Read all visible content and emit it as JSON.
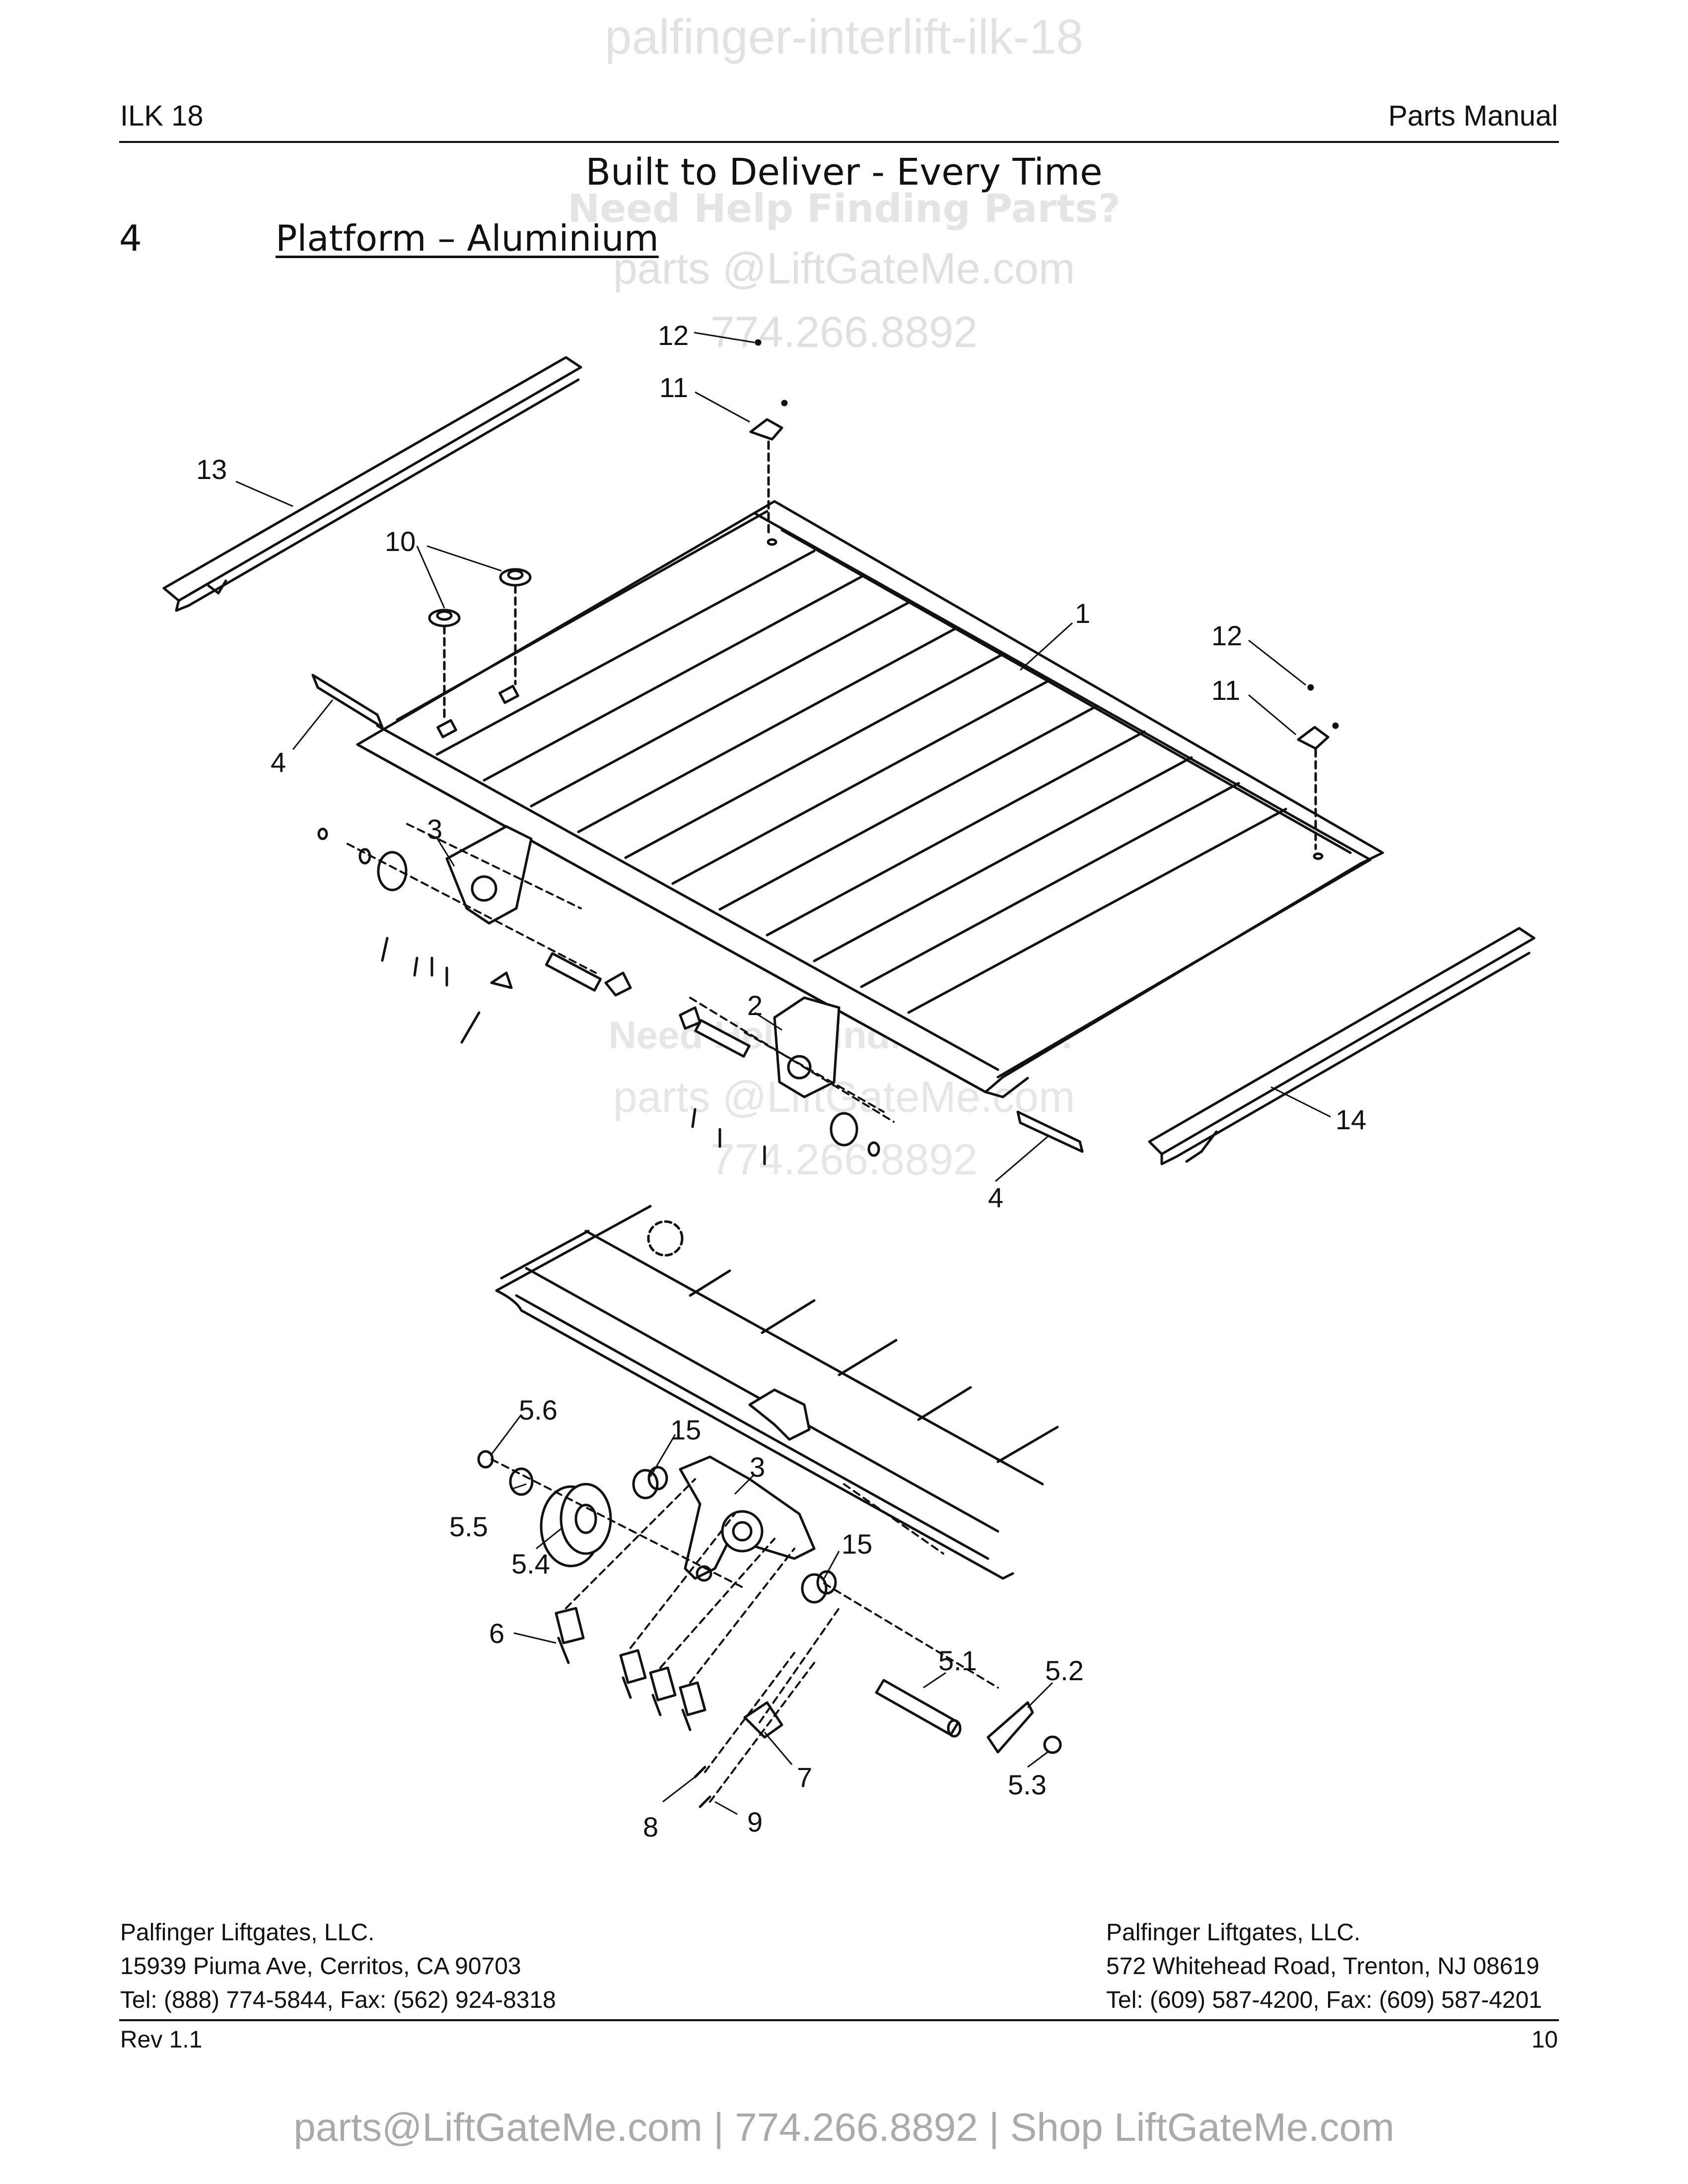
{
  "watermark": {
    "top": "palfinger-interlift-ilk-18",
    "help": "Need Help Finding Parts?",
    "email": "parts @LiftGateMe.com",
    "phone": "774.266.8892",
    "email_b": "parts@LiftGateMe.com"
  },
  "header": {
    "model": "ILK 18",
    "doc_type": "Parts Manual"
  },
  "tagline": "Built to Deliver - Every Time",
  "section": {
    "number": "4",
    "title": "Platform – Aluminium"
  },
  "callouts": {
    "c1": "1",
    "c2": "2",
    "c3": "3",
    "c4": "4",
    "c6": "6",
    "c7": "7",
    "c8": "8",
    "c9": "9",
    "c10": "10",
    "c11": "11",
    "c12": "12",
    "c13": "13",
    "c14": "14",
    "c15": "15",
    "c5_1": "5.1",
    "c5_2": "5.2",
    "c5_3": "5.3",
    "c5_4": "5.4",
    "c5_5": "5.5",
    "c5_6": "5.6"
  },
  "footer": {
    "left": {
      "company": "Palfinger Liftgates, LLC.",
      "address": "15939 Piuma Ave, Cerritos, CA 90703",
      "contact": "Tel: (888) 774-5844, Fax: (562) 924-8318"
    },
    "right": {
      "company": "Palfinger Liftgates, LLC.",
      "address": "572 Whitehead Road, Trenton, NJ 08619",
      "contact": "Tel: (609) 587-4200, Fax: (609) 587-4201"
    },
    "revision": "Rev 1.1",
    "page": "10"
  },
  "bottom_banner": "parts@LiftGateMe.com | 774.266.8892 | Shop LiftGateMe.com"
}
